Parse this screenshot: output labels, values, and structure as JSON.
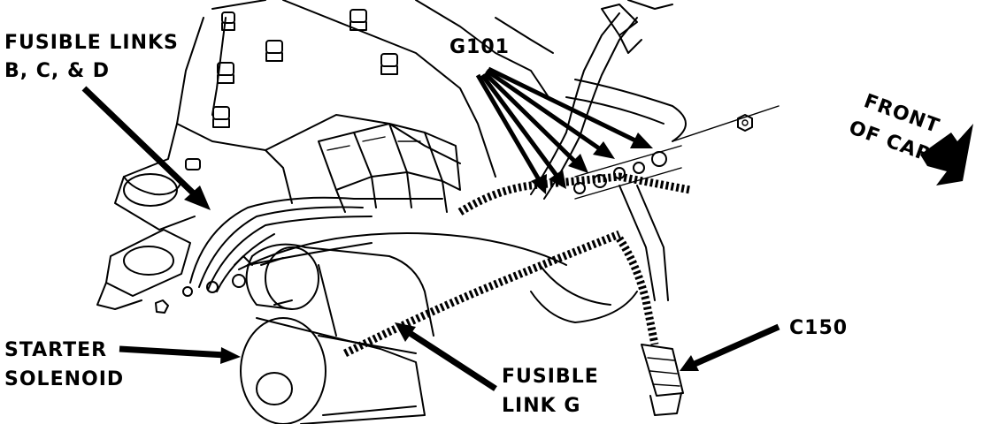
{
  "labels": {
    "fusible_links_line1": "FUSIBLE LINKS",
    "fusible_links_line2": "B, C, & D",
    "g101": "G101",
    "front_line1": "FRONT",
    "front_line2": "OF CAR",
    "starter_line1": "STARTER",
    "starter_line2": "SOLENOID",
    "fusible_g_line1": "FUSIBLE",
    "fusible_g_line2": "LINK G",
    "c150": "C150"
  },
  "colors": {
    "ink": "#000000",
    "paper": "#ffffff"
  }
}
